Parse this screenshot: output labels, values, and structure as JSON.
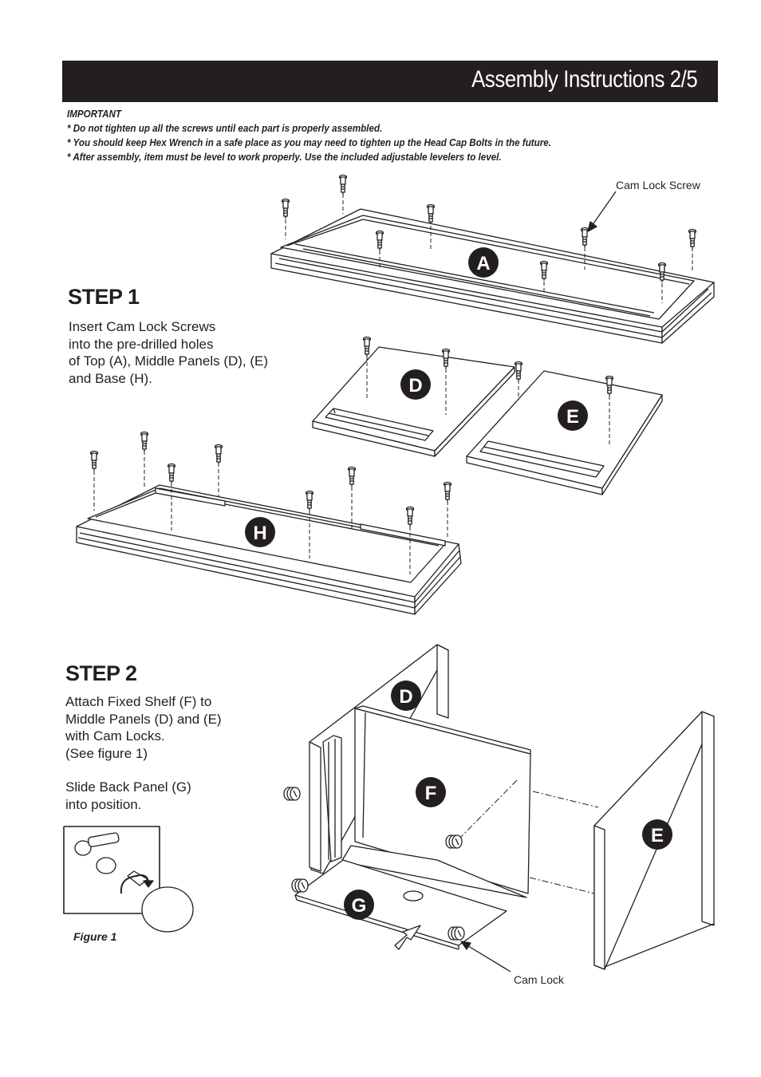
{
  "header": {
    "title": "Assembly Instructions 2/5"
  },
  "important": {
    "heading": "IMPORTANT",
    "lines": [
      "* Do not tighten up all the screws until each part is properly assembled.",
      "* You should keep Hex Wrench in a safe place as you may need to tighten up the Head Cap Bolts in the future.",
      "* After assembly, item must be level to work properly. Use the included adjustable levelers to level."
    ]
  },
  "step1": {
    "heading": "STEP 1",
    "text_lines": [
      "Insert Cam Lock Screws",
      "into the pre-drilled holes",
      "of Top (A), Middle Panels (D), (E)",
      "and Base (H)."
    ],
    "callout": "Cam Lock Screw",
    "parts": {
      "a": "A",
      "d": "D",
      "e": "E",
      "h": "H"
    }
  },
  "step2": {
    "heading": "STEP 2",
    "text_lines": [
      "Attach Fixed Shelf (F) to",
      "Middle Panels (D) and (E)",
      "with Cam Locks.",
      "(See figure 1)"
    ],
    "text_lines_2": [
      "Slide Back Panel (G)",
      "into position."
    ],
    "callout": "Cam Lock",
    "figure_caption": "Figure 1",
    "parts": {
      "d": "D",
      "f": "F",
      "e": "E",
      "g": "G"
    }
  },
  "colors": {
    "ink": "#231f20",
    "paper": "#ffffff"
  }
}
